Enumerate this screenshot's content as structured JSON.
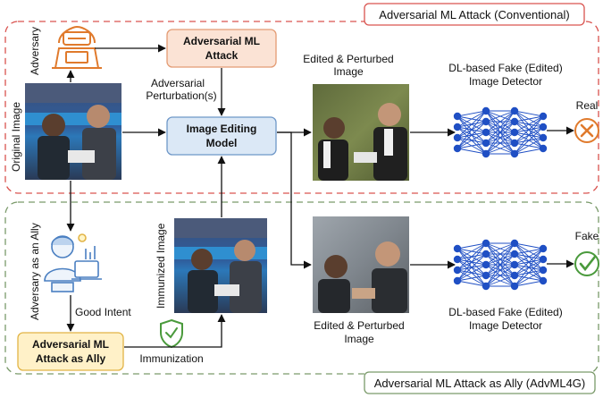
{
  "regions": {
    "conventional_title": "Adversarial ML Attack (Conventional)",
    "ally_title": "Adversarial ML Attack as Ally (AdvML4G)"
  },
  "nodes": {
    "adversary": "Adversary",
    "original_image": "Original Image",
    "adversarial_ml_attack": [
      "Adversarial ML",
      "Attack"
    ],
    "adversarial_perturbations": [
      "Adversarial",
      "Perturbation(s)"
    ],
    "image_editing_model": [
      "Image Editing",
      "Model"
    ],
    "edited_perturbed_top": [
      "Edited & Perturbed",
      "Image"
    ],
    "detector_top": [
      "DL-based Fake (Edited)",
      "Image Detector"
    ],
    "result_top": "Real",
    "adversary_as_ally": "Adversary as an Ally",
    "good_intent": "Good Intent",
    "adversarial_ml_attack_ally": [
      "Adversarial ML",
      "Attack as Ally"
    ],
    "immunized_image": "Immunized Image",
    "immunization": "Immunization",
    "edited_perturbed_bottom": [
      "Edited & Perturbed",
      "Image"
    ],
    "detector_bottom": [
      "DL-based Fake (Edited)",
      "Image Detector"
    ],
    "result_bottom": "Fake"
  },
  "colors": {
    "red_region": "#d9534f",
    "green_region": "#7a9a6a",
    "orange_fill": "#fbe3d5",
    "orange_stroke": "#e39b73",
    "blue_fill": "#dbe8f6",
    "blue_stroke": "#6e97c8",
    "yellow_fill": "#fff1c8",
    "yellow_stroke": "#e2b446",
    "network_blue": "#1f4fc4",
    "real_icon": "#e07a2c",
    "fake_icon": "#4a9a3c"
  }
}
